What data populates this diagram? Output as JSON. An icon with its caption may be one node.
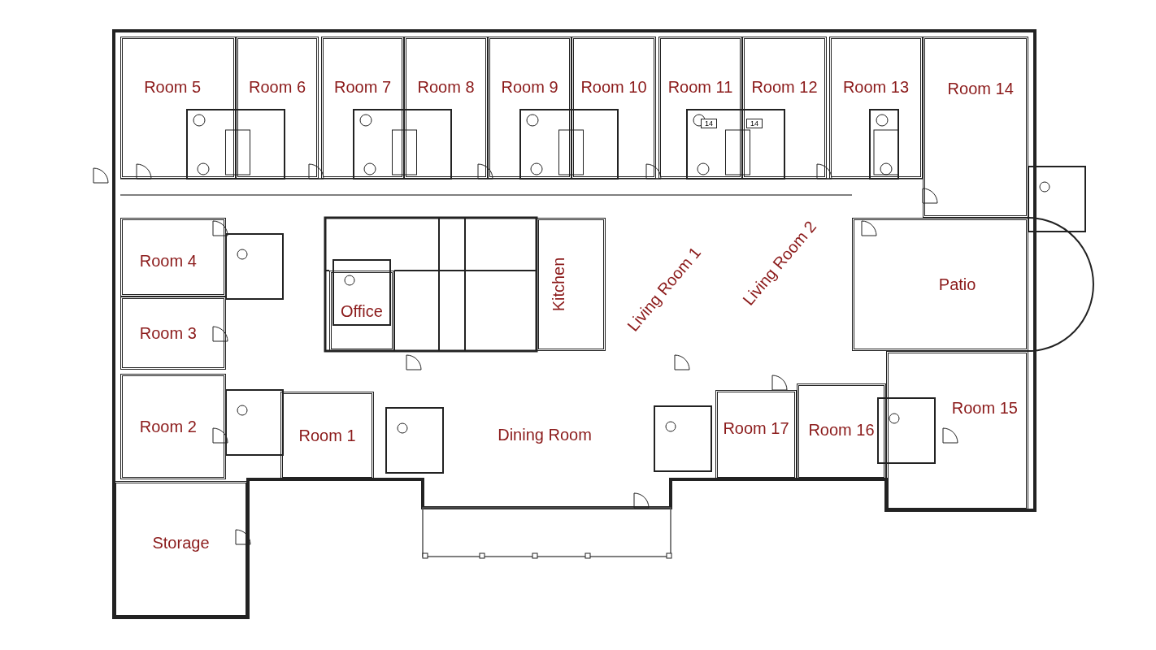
{
  "diagram": {
    "nodes": [
      {
        "text": [
          "Room 5"
        ]
      },
      {
        "text": [
          "Room 6"
        ]
      },
      {
        "text": [
          "Room 7"
        ]
      },
      {
        "text": [
          "Room 8"
        ]
      },
      {
        "text": [
          "Room 9"
        ]
      },
      {
        "text": [
          "Room 10"
        ]
      },
      {
        "text": [
          "Room 11"
        ]
      },
      {
        "text": [
          "Room 12"
        ]
      },
      {
        "text": [
          "Room 13"
        ]
      },
      {
        "text": [
          "Room 14"
        ]
      },
      {
        "text": [
          "Room 4"
        ]
      },
      {
        "text": [
          "Office"
        ]
      },
      {
        "text": [
          "Kitchen"
        ]
      },
      {
        "text": [
          "Living Room 1"
        ]
      },
      {
        "text": [
          "Living Room 2"
        ]
      },
      {
        "text": [
          "Patio"
        ]
      },
      {
        "text": [
          "Room 3"
        ]
      },
      {
        "text": [
          "Room 15"
        ]
      },
      {
        "text": [
          "Room 2"
        ]
      },
      {
        "text": [
          "Room 1"
        ]
      },
      {
        "text": [
          "Dining Room"
        ]
      },
      {
        "text": [
          "Room 17"
        ]
      },
      {
        "text": [
          "Room 16"
        ]
      },
      {
        "text": [
          "Storage"
        ]
      }
    ],
    "labels": [
      "14",
      "14"
    ]
  }
}
